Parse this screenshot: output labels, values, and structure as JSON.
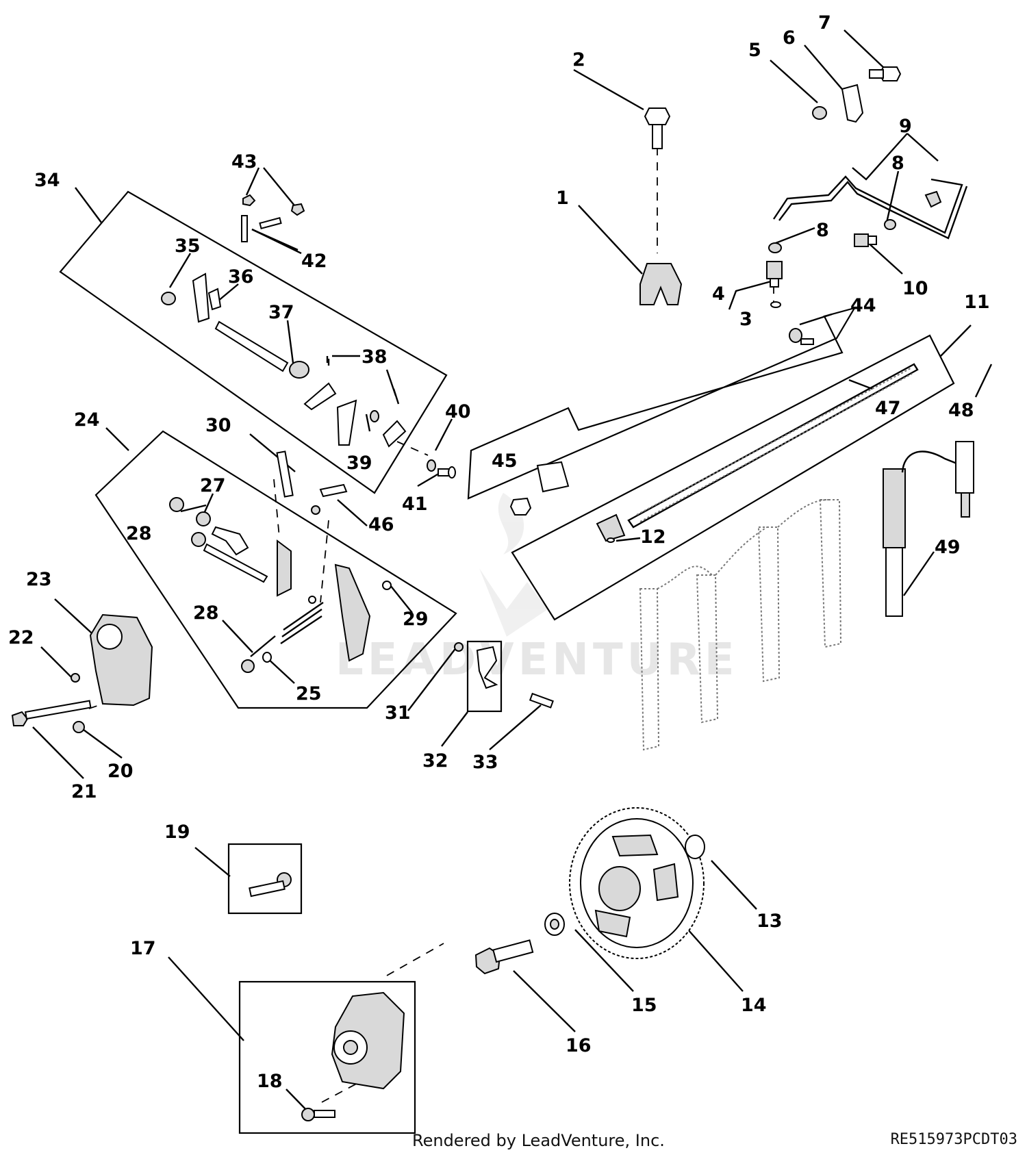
{
  "diagram": {
    "callouts": [
      "1",
      "2",
      "3",
      "4",
      "5",
      "6",
      "7",
      "8",
      "8",
      "9",
      "10",
      "11",
      "12",
      "13",
      "14",
      "15",
      "16",
      "17",
      "18",
      "19",
      "20",
      "21",
      "22",
      "23",
      "24",
      "25",
      "27",
      "28",
      "28",
      "29",
      "30",
      "31",
      "32",
      "33",
      "34",
      "35",
      "36",
      "37",
      "38",
      "39",
      "40",
      "41",
      "42",
      "43",
      "44",
      "45",
      "46",
      "47",
      "48",
      "49"
    ],
    "watermark": "LEADVENTURE"
  },
  "footer": {
    "rendered_by": "Rendered by LeadVenture, Inc.",
    "drawing_id": "RE515973PCDT03"
  }
}
